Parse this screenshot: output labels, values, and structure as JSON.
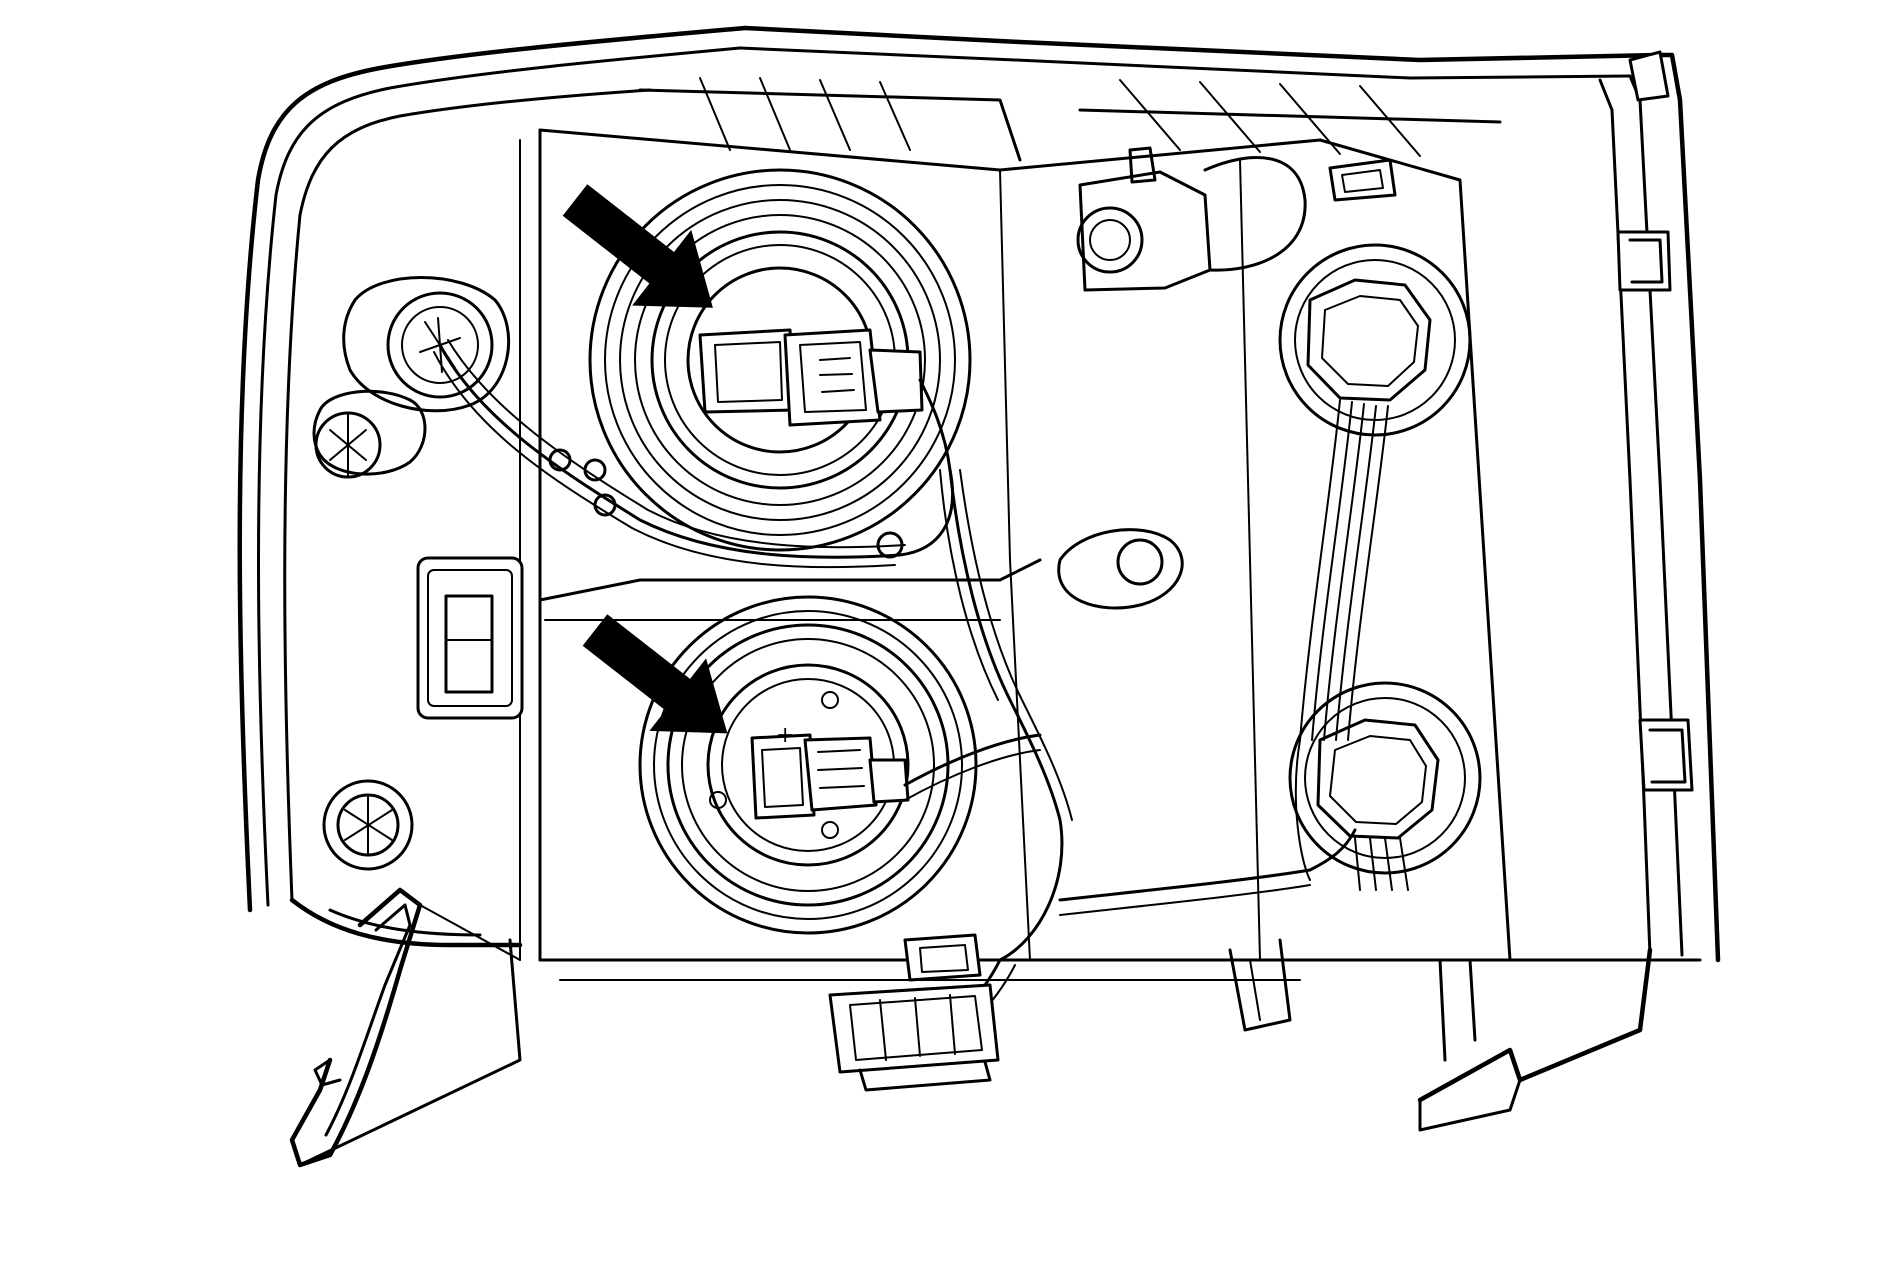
{
  "figure": {
    "subject": "headlamp-assembly-rear-view",
    "style": "black line art on white"
  },
  "callouts": [
    {
      "id": "upper",
      "icon": "arrow-icon"
    },
    {
      "id": "lower",
      "icon": "arrow-icon"
    }
  ],
  "marks": {
    "polarity": "+"
  },
  "colors": {
    "line": "#000000",
    "background": "#ffffff"
  }
}
